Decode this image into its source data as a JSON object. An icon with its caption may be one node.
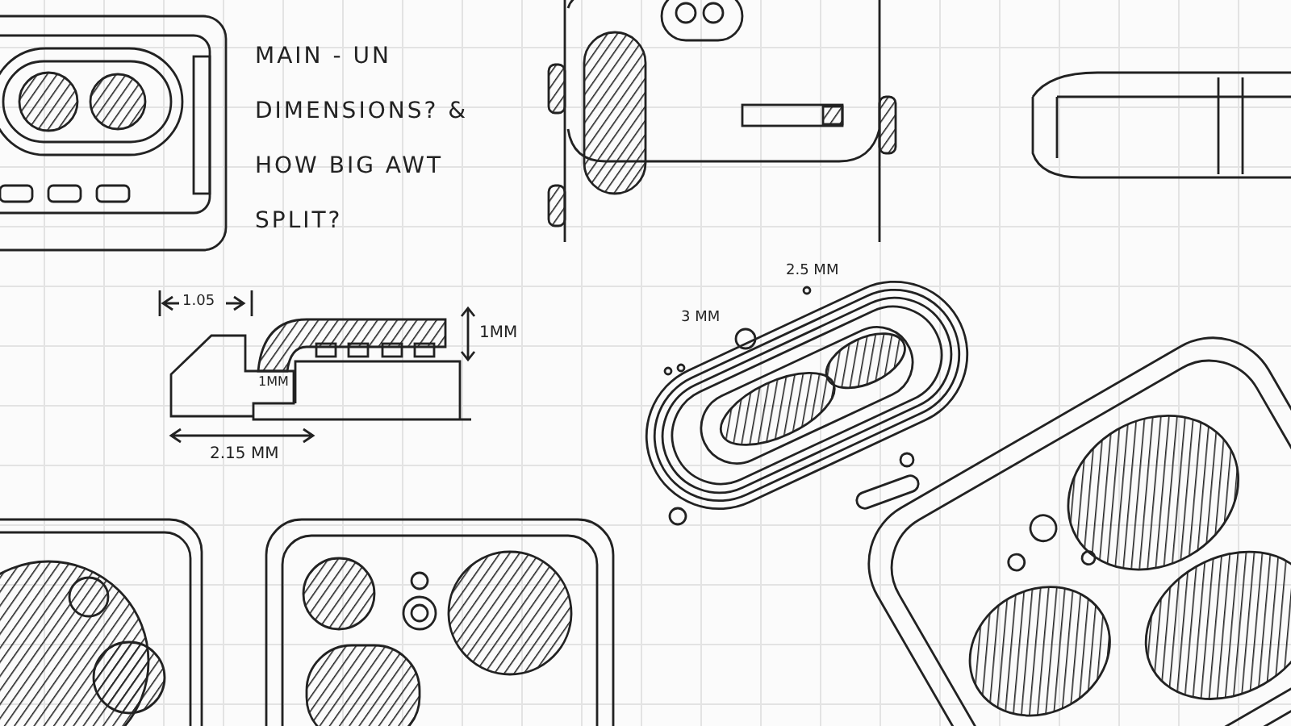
{
  "diagram": {
    "labels": [
      "MAIN - UN DIMENSIONS? & HOW BIG AWT SPLIT?",
      "1.05",
      "1MM",
      "1MM",
      "2.15 MM",
      "3 MM",
      "2.5 MM"
    ]
  }
}
